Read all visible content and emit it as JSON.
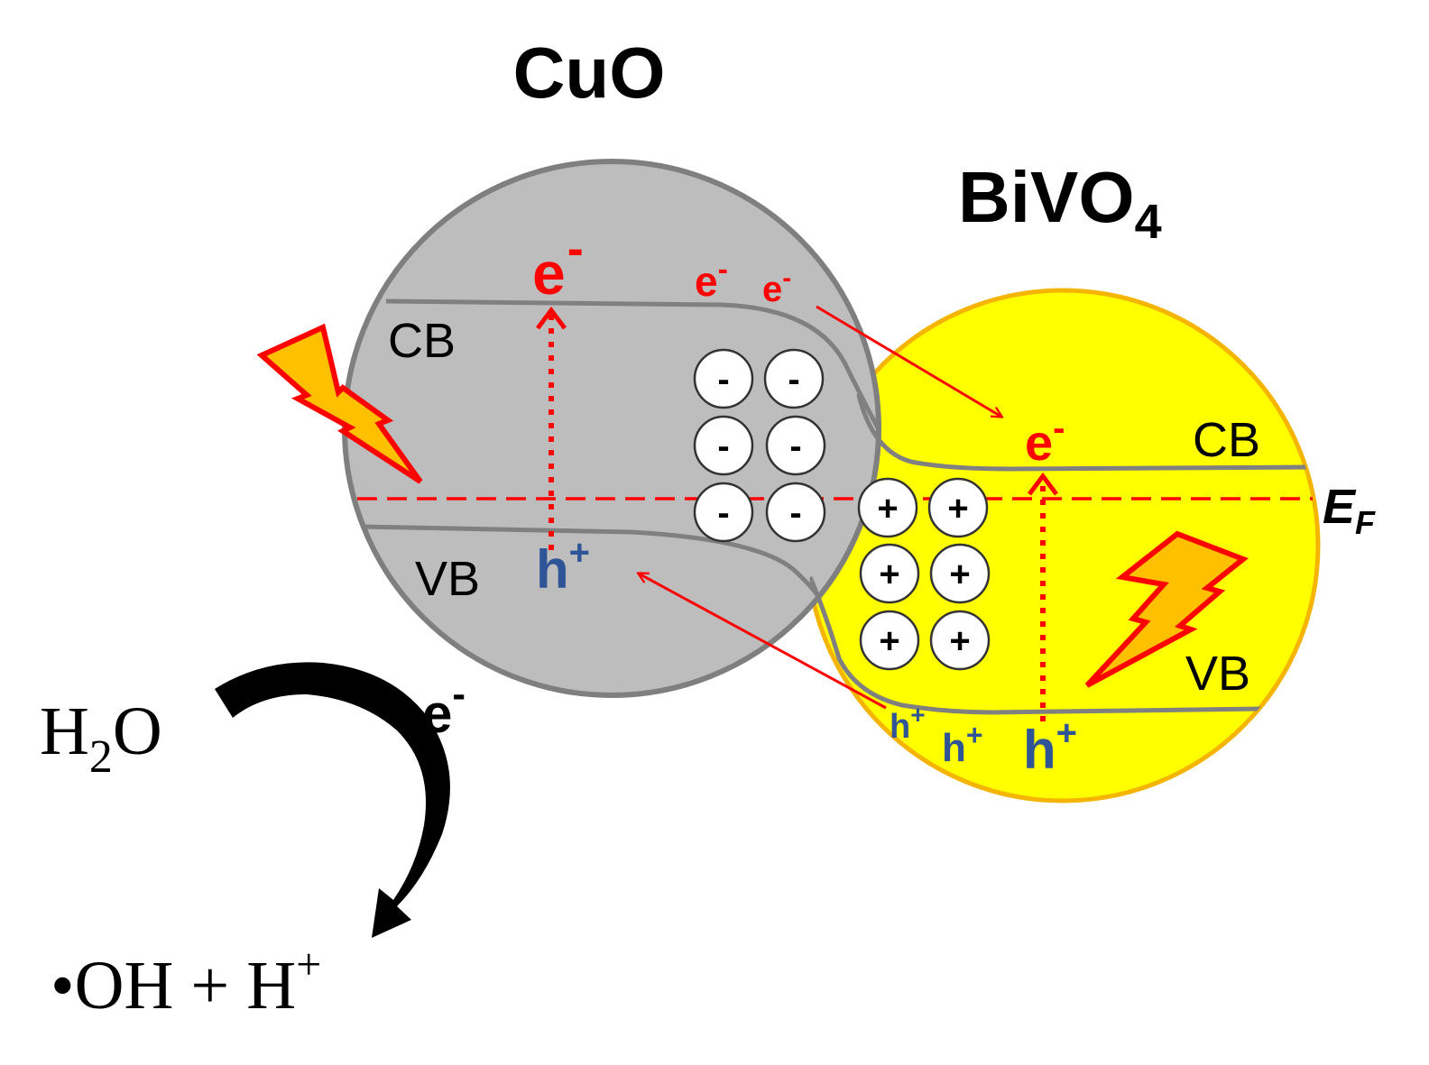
{
  "titles": {
    "cuo": "CuO",
    "bivo4_main": "BiVO",
    "bivo4_sub": "4"
  },
  "bands": {
    "cuo_cb": "CB",
    "cuo_vb": "VB",
    "bivo4_cb": "CB",
    "bivo4_vb": "VB"
  },
  "fermi": {
    "main": "E",
    "sub": "F"
  },
  "carriers": {
    "electron": "e",
    "electron_charge": "-",
    "hole": "h",
    "hole_charge": "+"
  },
  "depletion": {
    "negative_sign": "-",
    "positive_sign": "+"
  },
  "reaction": {
    "reactant_pre": "H",
    "reactant_sub": "2",
    "reactant_post": "O",
    "product_main": "•OH + H",
    "product_sup": "+"
  },
  "colors": {
    "cuo_fill": "#bdbdbd",
    "cuo_stroke": "#7f7f7f",
    "bivo4_fill": "#ffff00",
    "bivo4_stroke": "#f5b400",
    "electron": "#ff0000",
    "hole": "#2f5597",
    "band_line": "#808080",
    "fermi_line": "#ff0000",
    "lightning_fill": "#ffc000",
    "lightning_stroke": "#ff0000"
  }
}
